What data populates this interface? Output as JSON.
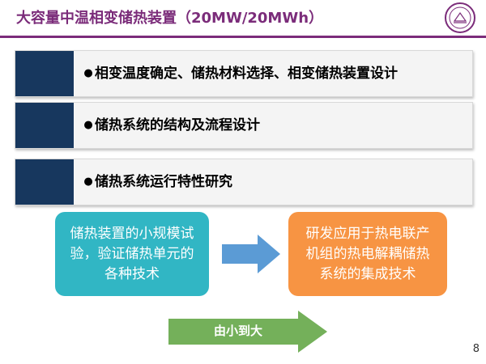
{
  "slide": {
    "title": "大容量中温相变储热装置（20MW/20MWh）",
    "page_number": "8"
  },
  "items": [
    {
      "bullet": "●",
      "text": "相变温度确定、储热材料选择、相变储热装置设计"
    },
    {
      "bullet": "●",
      "text": "储热系统的结构及流程设计"
    },
    {
      "bullet": "●",
      "text": "储热系统运行特性研究"
    }
  ],
  "flow": {
    "left_box": [
      "储热装置的小规模试",
      "验，验证储热单元的",
      "各种技术"
    ],
    "right_box": [
      "研发应用于热电联产",
      "机组的热电解耦储热",
      "系统的集成技术"
    ],
    "progress_label": "由小到大"
  },
  "colors": {
    "title": "#7b2c7a",
    "block": "#17375e",
    "left_box": "#31b6c4",
    "right_box": "#f79443",
    "flow_arrow": "#5b9bd5",
    "grow_arrow": "#74b05a"
  },
  "icons": {
    "logo": "university-seal-icon",
    "flow_arrow": "arrow-right-icon",
    "grow_arrow": "arrow-right-icon"
  }
}
